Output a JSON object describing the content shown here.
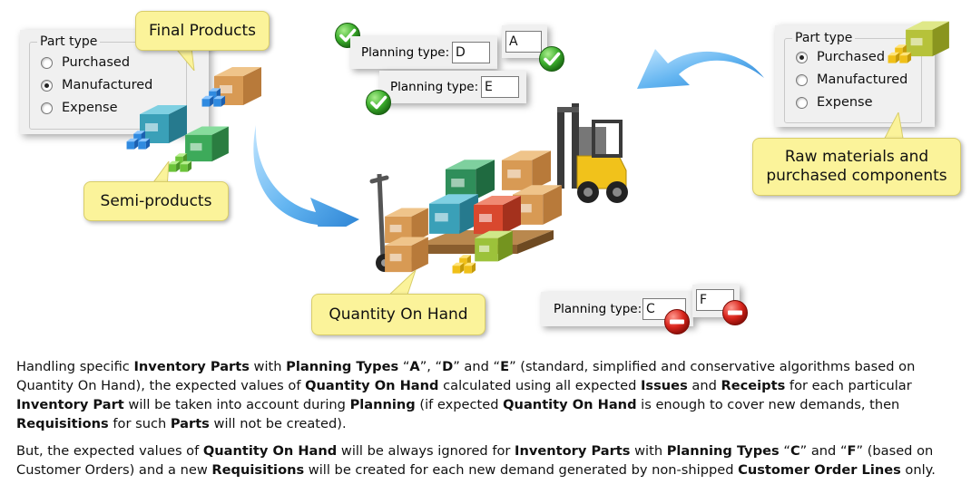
{
  "left_panel": {
    "group_title": "Part type",
    "options": [
      {
        "label": "Purchased",
        "selected": false
      },
      {
        "label": "Manufactured",
        "selected": true
      },
      {
        "label": "Expense",
        "selected": false
      }
    ]
  },
  "right_panel": {
    "group_title": "Part type",
    "options": [
      {
        "label": "Purchased",
        "selected": true
      },
      {
        "label": "Manufactured",
        "selected": false
      },
      {
        "label": "Expense",
        "selected": false
      }
    ]
  },
  "callouts": {
    "final_products": "Final Products",
    "semi_products": "Semi-products",
    "raw_materials_line1": "Raw materials and",
    "raw_materials_line2": "purchased components",
    "quantity_on_hand": "Quantity On Hand"
  },
  "planning_fields": {
    "label": "Planning type:",
    "top_first_value": "D",
    "top_second_value": "A",
    "middle_value": "E",
    "bottom_first_value": "C",
    "bottom_second_value": "F"
  },
  "paragraphs": {
    "p1": [
      {
        "t": "Handling specific ",
        "b": false
      },
      {
        "t": "Inventory Parts",
        "b": true
      },
      {
        "t": " with ",
        "b": false
      },
      {
        "t": "Planning Types",
        "b": true
      },
      {
        "t": " “",
        "b": false
      },
      {
        "t": "A",
        "b": true
      },
      {
        "t": "”, “",
        "b": false
      },
      {
        "t": "D",
        "b": true
      },
      {
        "t": "” and “",
        "b": false
      },
      {
        "t": "E",
        "b": true
      },
      {
        "t": "” (standard, simplified and conservative algorithms based on Quantity On Hand), the expected values of ",
        "b": false
      },
      {
        "t": "Quantity On Hand",
        "b": true
      },
      {
        "t": " calculated using all expected ",
        "b": false
      },
      {
        "t": "Issues",
        "b": true
      },
      {
        "t": " and ",
        "b": false
      },
      {
        "t": "Receipts",
        "b": true
      },
      {
        "t": " for each particular ",
        "b": false
      },
      {
        "t": "Inventory Part",
        "b": true
      },
      {
        "t": " will be taken into account during ",
        "b": false
      },
      {
        "t": "Planning",
        "b": true
      },
      {
        "t": " (if expected ",
        "b": false
      },
      {
        "t": "Quantity On Hand",
        "b": true
      },
      {
        "t": " is enough to cover new demands, then ",
        "b": false
      },
      {
        "t": "Requisitions",
        "b": true
      },
      {
        "t": " for such ",
        "b": false
      },
      {
        "t": "Parts",
        "b": true
      },
      {
        "t": " will not be created).",
        "b": false
      }
    ],
    "p2": [
      {
        "t": "But, the expected values of ",
        "b": false
      },
      {
        "t": "Quantity On Hand",
        "b": true
      },
      {
        "t": " will be always ignored for ",
        "b": false
      },
      {
        "t": "Inventory Parts",
        "b": true
      },
      {
        "t": " with ",
        "b": false
      },
      {
        "t": "Planning Types",
        "b": true
      },
      {
        "t": " “",
        "b": false
      },
      {
        "t": "C",
        "b": true
      },
      {
        "t": "” and “",
        "b": false
      },
      {
        "t": "F",
        "b": true
      },
      {
        "t": "” (based on Customer Orders) and a new ",
        "b": false
      },
      {
        "t": "Requisitions",
        "b": true
      },
      {
        "t": " will be created for each new demand generated by non-shipped ",
        "b": false
      },
      {
        "t": "Customer Order Lines",
        "b": true
      },
      {
        "t": " only.",
        "b": false
      }
    ]
  },
  "icons": {
    "check": "check-icon",
    "no_entry": "no-entry-icon",
    "arrow": "curved-arrow-icon",
    "boxes": "box-icon",
    "cubes": "cubes-icon",
    "forklift": "forklift-icon",
    "hand_truck": "hand-truck-icon"
  },
  "colors": {
    "callout_fill": "#fbf39a",
    "check_green": "#3cae2c",
    "no_entry_red": "#d9251c",
    "arrow_blue": "#2b8fe0",
    "panel_gray": "#f0f0f0"
  }
}
